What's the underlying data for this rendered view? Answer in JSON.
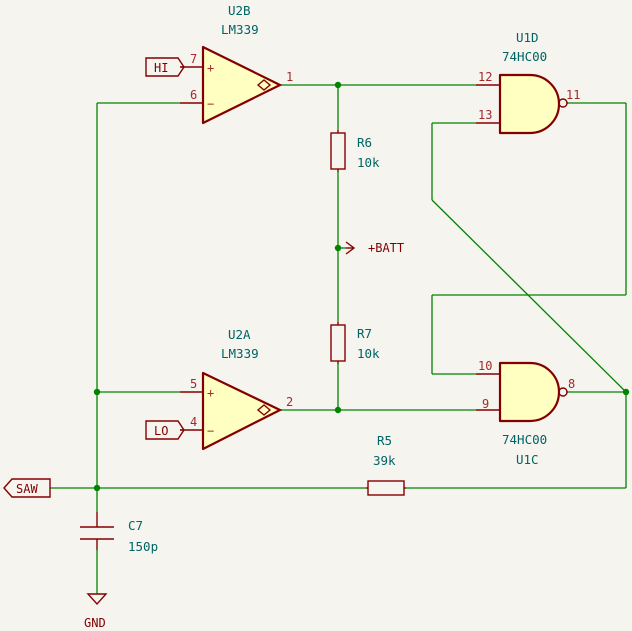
{
  "components": {
    "u2b": {
      "ref": "U2B",
      "value": "LM339",
      "pin_plus": "7",
      "pin_minus": "6",
      "pin_out": "1"
    },
    "u2a": {
      "ref": "U2A",
      "value": "LM339",
      "pin_plus": "5",
      "pin_minus": "4",
      "pin_out": "2"
    },
    "u1d": {
      "ref": "U1D",
      "value": "74HC00",
      "pin_a": "12",
      "pin_b": "13",
      "pin_out": "11"
    },
    "u1c": {
      "ref": "U1C",
      "value": "74HC00",
      "pin_a": "10",
      "pin_b": "9",
      "pin_out": "8"
    },
    "r6": {
      "ref": "R6",
      "value": "10k"
    },
    "r7": {
      "ref": "R7",
      "value": "10k"
    },
    "r5": {
      "ref": "R5",
      "value": "39k"
    },
    "c7": {
      "ref": "C7",
      "value": "150p"
    }
  },
  "labels": {
    "hi": "HI",
    "lo": "LO",
    "saw": "SAW",
    "batt": "+BATT",
    "gnd": "GND"
  },
  "symbols": {
    "plus": "+",
    "minus": "−"
  }
}
